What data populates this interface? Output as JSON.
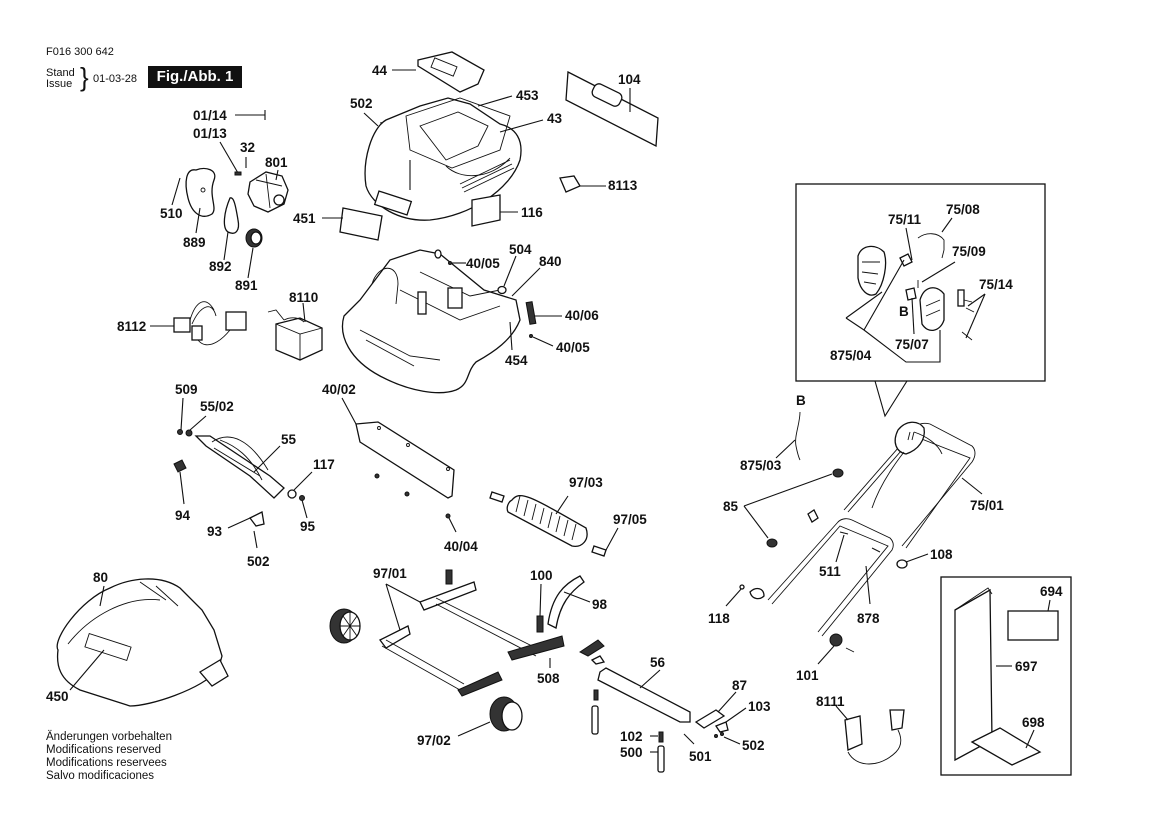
{
  "header": {
    "document_number": "F016 300 642",
    "stand_label": "Stand",
    "issue_label": "Issue",
    "date": "01-03-28",
    "figure_label": "Fig./Abb. 1"
  },
  "footer_notes": [
    "Änderungen vorbehalten",
    "Modifications reserved",
    "Modifications reservees",
    "Salvo modificaciones"
  ],
  "parts": {
    "p01_14": "01/14",
    "p01_13": "01/13",
    "p32": "32",
    "p801": "801",
    "p510": "510",
    "p889": "889",
    "p892": "892",
    "p891": "891",
    "p8112": "8112",
    "p8110": "8110",
    "p44": "44",
    "p502a": "502",
    "p453": "453",
    "p43": "43",
    "p104": "104",
    "p8113": "8113",
    "p451": "451",
    "p116": "116",
    "p40_05a": "40/05",
    "p504": "504",
    "p840": "840",
    "p40_06": "40/06",
    "p40_05b": "40/05",
    "p454": "454",
    "p509": "509",
    "p55_02": "55/02",
    "p55": "55",
    "p117": "117",
    "p94": "94",
    "p95": "95",
    "p93": "93",
    "p502b": "502",
    "p40_02": "40/02",
    "p40_04": "40/04",
    "p97_03": "97/03",
    "p97_05": "97/05",
    "p80": "80",
    "p450": "450",
    "p97_01": "97/01",
    "p100": "100",
    "p98": "98",
    "p508": "508",
    "p97_02": "97/02",
    "p56": "56",
    "p87": "87",
    "p103": "103",
    "p102": "102",
    "p500": "500",
    "p501": "501",
    "p502c": "502",
    "pB_top": "B",
    "p875_03": "875/03",
    "p85": "85",
    "p75_01": "75/01",
    "p511": "511",
    "p108": "108",
    "p118": "118",
    "p878": "878",
    "p101": "101",
    "p8111": "8111",
    "p75_11": "75/11",
    "p75_08": "75/08",
    "p75_09": "75/09",
    "p75_14": "75/14",
    "pB_inset": "B",
    "p75_07": "75/07",
    "p875_04": "875/04",
    "p694": "694",
    "p697": "697",
    "p698": "698"
  }
}
